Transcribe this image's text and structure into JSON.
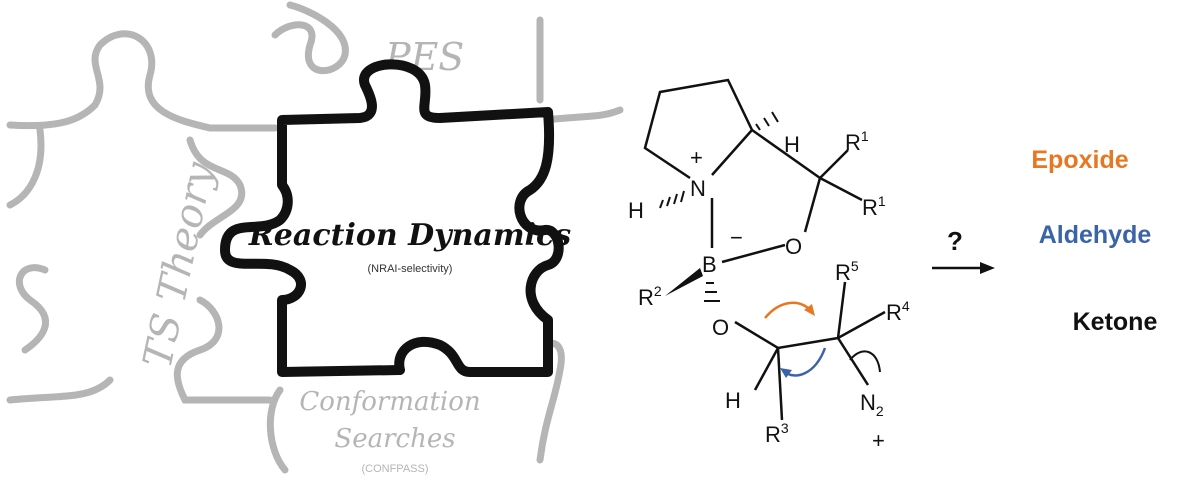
{
  "puzzle": {
    "center_title": "Reaction Dynamics",
    "center_subtitle": "(NRAI-selectivity)",
    "top_label": "PES",
    "left_label": "TS Theory",
    "bottom_label_line1": "Conformation",
    "bottom_label_line2": "Searches",
    "bottom_label_sub": "(CONFPASS)"
  },
  "molecule": {
    "atoms": {
      "N": "N",
      "B": "B",
      "O": "O",
      "H": "H",
      "R1": "R",
      "R2": "R",
      "R3": "R",
      "R4": "R",
      "R5": "R",
      "N2": "N"
    },
    "superscripts": {
      "R1": "1",
      "R2": "2",
      "R3": "3",
      "R4": "4",
      "R5": "5",
      "N2": "2"
    },
    "charges": {
      "plus": "+",
      "minus": "−"
    }
  },
  "arrow": {
    "label": "?"
  },
  "products": [
    {
      "label": "Epoxide",
      "color": "#e87722"
    },
    {
      "label": "Aldehyde",
      "color": "#3b64a8"
    },
    {
      "label": "Ketone",
      "color": "#111111"
    }
  ],
  "colors": {
    "gray": "#b0b0b0",
    "black": "#111111",
    "orange": "#e87722",
    "blue": "#3b64a8"
  }
}
